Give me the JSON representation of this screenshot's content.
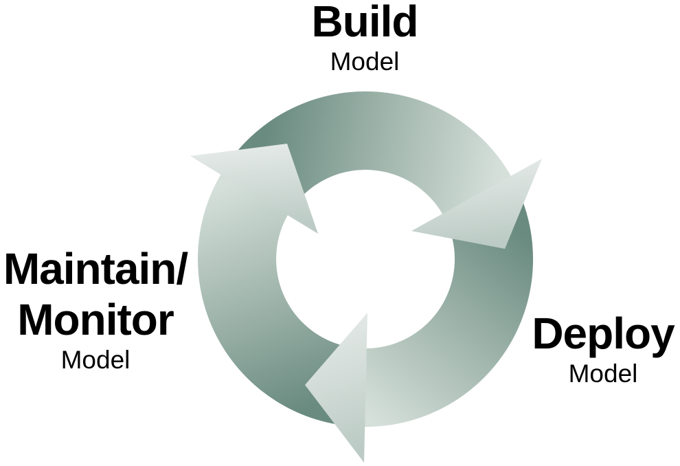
{
  "diagram": {
    "type": "cycle",
    "direction": "clockwise",
    "stages": [
      {
        "id": "build",
        "line1": "Build",
        "sub": "Model",
        "position": "top"
      },
      {
        "id": "deploy",
        "line1": "Deploy",
        "sub": "Model",
        "position": "right"
      },
      {
        "id": "maintain",
        "line1": "Maintain/",
        "line2": "Monitor",
        "sub": "Model",
        "position": "left"
      }
    ]
  },
  "colors": {
    "background": "#ffffff",
    "text": "#000000",
    "arc_dark": "#6a8b80",
    "arc_mid": "#9cb2a9",
    "arc_light": "#d6e0db",
    "head_light": "#e9edeb",
    "head_dark": "#bccbc5"
  }
}
